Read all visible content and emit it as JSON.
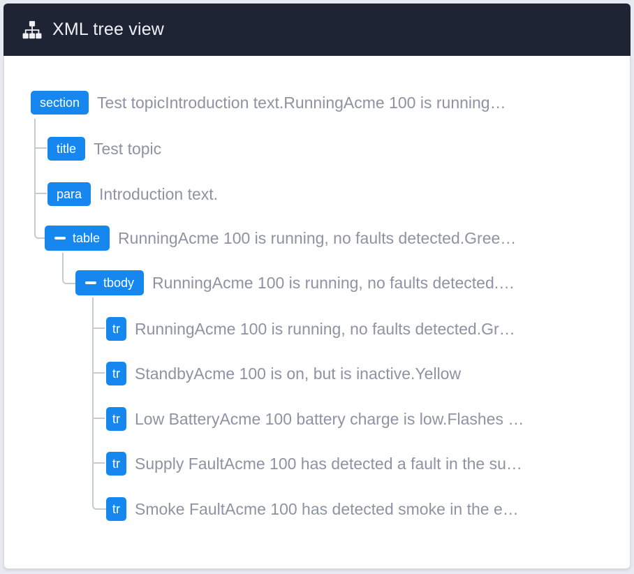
{
  "header": {
    "title": "XML tree view",
    "icon": "sitemap-icon"
  },
  "colors": {
    "header_bg": "#1f2435",
    "badge_blue": "#1787f0",
    "node_text_gray": "#8d93a2",
    "connector_gray": "#c6cad4",
    "page_bg": "#e8eaf2",
    "card_bg": "#ffffff",
    "card_border": "#d6d9e0"
  },
  "tree": {
    "nodes": [
      {
        "tag": "section",
        "depth": 0,
        "collapsible": false,
        "text": "Test topicIntroduction text.RunningAcme 100 is running…"
      },
      {
        "tag": "title",
        "depth": 1,
        "collapsible": false,
        "text": "Test topic"
      },
      {
        "tag": "para",
        "depth": 1,
        "collapsible": false,
        "text": "Introduction text."
      },
      {
        "tag": "table",
        "depth": 1,
        "collapsible": true,
        "text": "RunningAcme 100 is running, no faults detected.Gree…"
      },
      {
        "tag": "tbody",
        "depth": 2,
        "collapsible": true,
        "text": "RunningAcme 100 is running, no faults detected.…"
      },
      {
        "tag": "tr",
        "depth": 3,
        "collapsible": false,
        "text": "RunningAcme 100 is running, no faults detected.Gr…"
      },
      {
        "tag": "tr",
        "depth": 3,
        "collapsible": false,
        "text": "StandbyAcme 100 is on, but is inactive.Yellow"
      },
      {
        "tag": "tr",
        "depth": 3,
        "collapsible": false,
        "text": "Low BatteryAcme 100 battery charge is low.Flashes …"
      },
      {
        "tag": "tr",
        "depth": 3,
        "collapsible": false,
        "text": "Supply FaultAcme 100 has detected a fault in the su…"
      },
      {
        "tag": "tr",
        "depth": 3,
        "collapsible": false,
        "text": "Smoke FaultAcme 100 has detected smoke in the e…"
      }
    ]
  }
}
